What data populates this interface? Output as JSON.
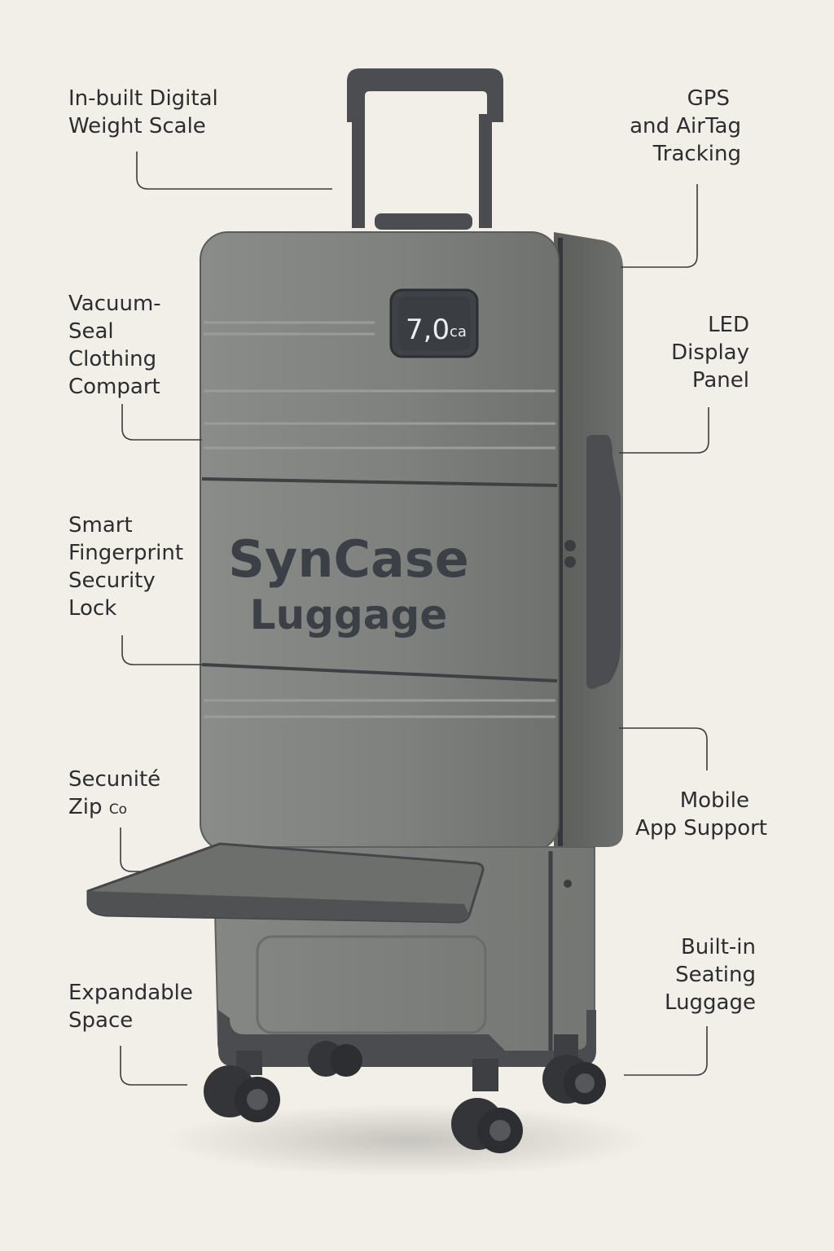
{
  "product": {
    "brand_line1": "SynCase",
    "brand_line2": "Luggage",
    "display_value": "7,0",
    "display_unit": "ca"
  },
  "callouts": {
    "weight_scale": [
      "In-built Digital",
      "Weight Scale"
    ],
    "gps": [
      "GPS",
      "and AirTag",
      "Tracking"
    ],
    "vacuum": [
      "Vacuum-",
      "Seal",
      "Clothing",
      "Compart"
    ],
    "led": [
      "LED",
      "Display",
      "Panel"
    ],
    "fingerprint": [
      "Smart",
      "Fingerprint",
      "Security",
      "Lock"
    ],
    "zip": {
      "line1": "Secunité",
      "line2": "Zip",
      "suffix": "Co"
    },
    "mobile": [
      "Mobile",
      "App Support"
    ],
    "expandable": [
      "Expandable",
      "Space"
    ],
    "seating": [
      "Built-in",
      "Seating",
      "Luggage"
    ]
  },
  "colors": {
    "background": "#f2efe8",
    "shell": "#7e807d",
    "shell_dark": "#5f615f",
    "trim": "#3e4043",
    "text": "#2b2d30"
  }
}
